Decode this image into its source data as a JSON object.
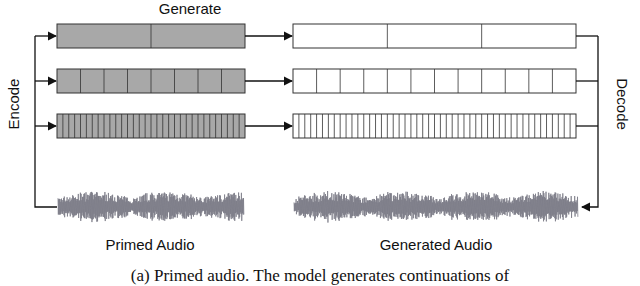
{
  "diagram": {
    "caption": "(a) Primed audio. The model generates continuations of",
    "labels": [
      "Generate",
      "Encode",
      "Decode",
      "Primed Audio",
      "Generated Audio"
    ]
  }
}
